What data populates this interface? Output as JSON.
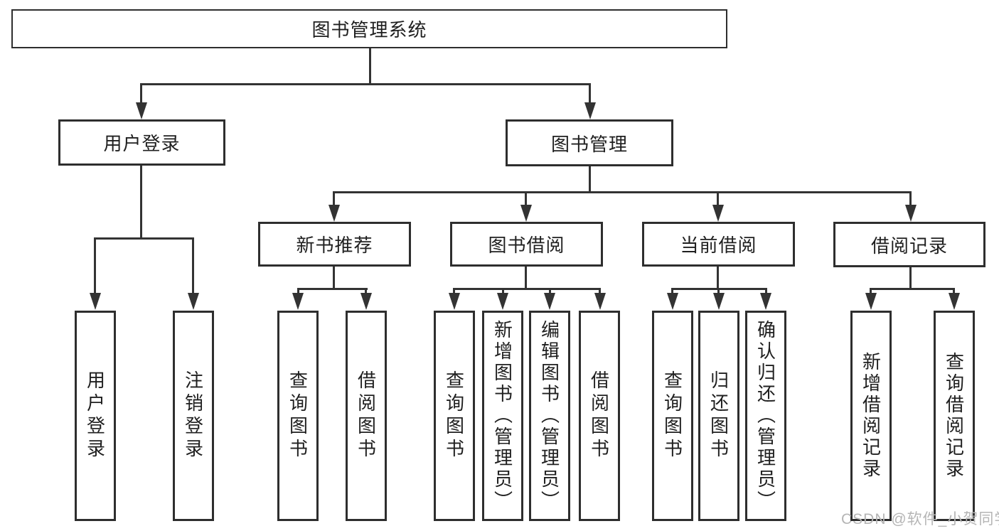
{
  "diagram": {
    "title": "图书管理系统",
    "user_login": {
      "label": "用户登录",
      "children": {
        "login": "用户登录",
        "logout": "注销登录"
      }
    },
    "book_mgmt": {
      "label": "图书管理",
      "sections": {
        "new_book": {
          "label": "新书推荐",
          "children": {
            "query": "查询图书",
            "borrow": "借阅图书"
          }
        },
        "borrowing": {
          "label": "图书借阅",
          "children": {
            "query": "查询图书",
            "add": "新增图书（管理员）",
            "edit": "编辑图书（管理员）",
            "borrow": "借阅图书"
          }
        },
        "current": {
          "label": "当前借阅",
          "children": {
            "query": "查询图书",
            "return": "归还图书",
            "confirm": "确认归还（管理员）"
          }
        },
        "records": {
          "label": "借阅记录",
          "children": {
            "add": "新增借阅记录",
            "query": "查询借阅记录"
          }
        }
      }
    }
  },
  "watermark": "CSDN @软件_小贺同学",
  "colors": {
    "line": "#333333",
    "border": "#2e2e2e",
    "text": "#1f1f1f",
    "watermark": "#b5b5b5",
    "background": "#ffffff"
  }
}
